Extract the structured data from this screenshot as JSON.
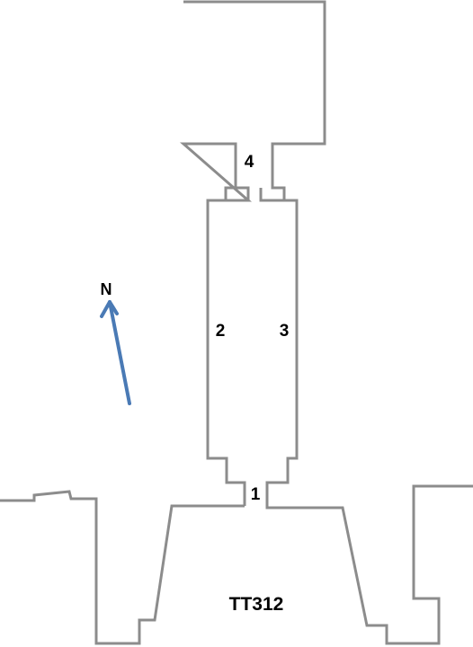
{
  "labels": {
    "room_1": "1",
    "room_2": "2",
    "room_3": "3",
    "room_4": "4",
    "north": "N",
    "tomb_id": "TT312"
  },
  "icons": {
    "north_arrow": "north-arrow-icon"
  },
  "colors": {
    "wall": "#8c8c8c",
    "north_arrow": "#4a7ab5",
    "text": "#000000",
    "background": "#ffffff"
  }
}
